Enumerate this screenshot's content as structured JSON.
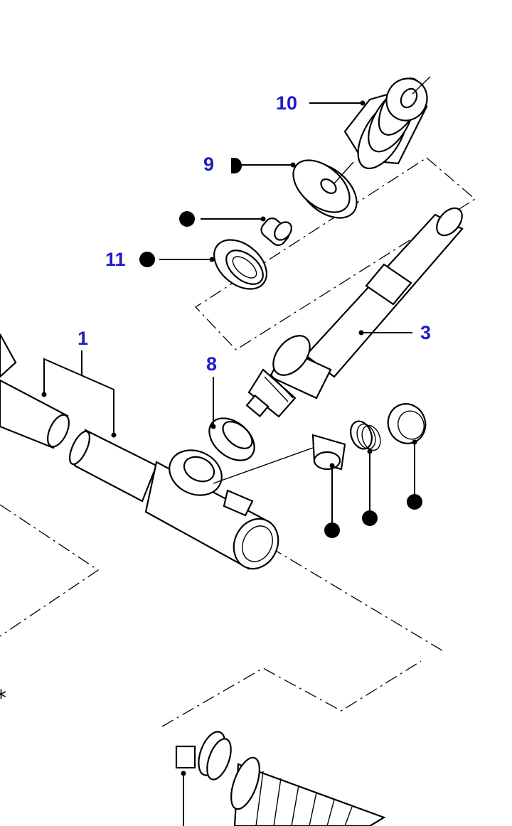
{
  "diagram": {
    "labels": {
      "l1": "1",
      "l3": "3",
      "l8": "8",
      "l9": "9",
      "l10": "10",
      "l11": "11",
      "asterisk": "*"
    },
    "colors": {
      "callout": "#1c1cc8",
      "line": "#000000",
      "background": "#ffffff"
    }
  }
}
